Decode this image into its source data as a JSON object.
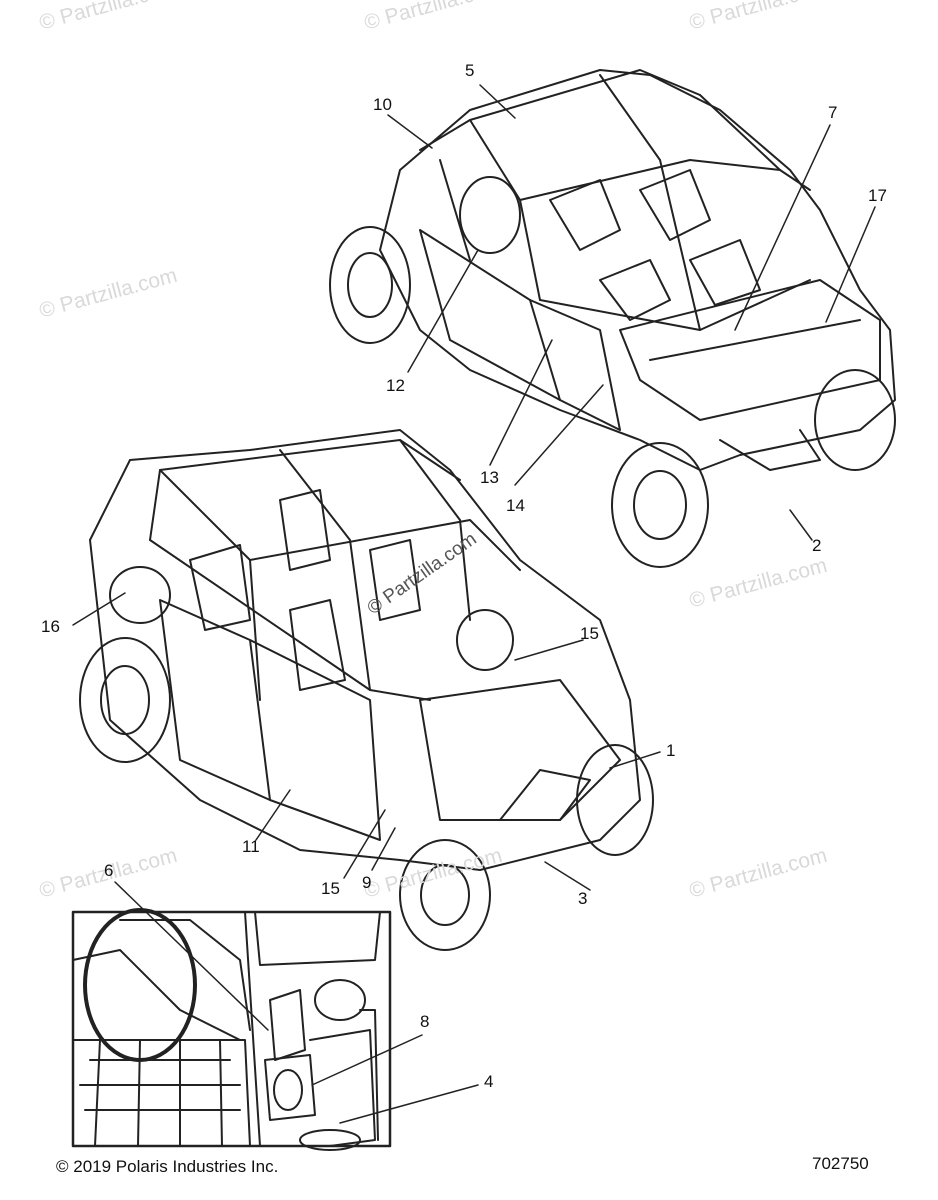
{
  "watermarks": [
    "© Partzilla.com",
    "© Partzilla.com",
    "© Partzilla.com",
    "© Partzilla.com",
    "© Partzilla.com",
    "© Partzilla.com",
    "© Partzilla.com",
    "© Partzilla.com",
    "© Partzilla.com"
  ],
  "callouts": [
    "5",
    "10",
    "7",
    "17",
    "12",
    "13",
    "14",
    "2",
    "16",
    "15",
    "1",
    "11",
    "15",
    "9",
    "3",
    "6",
    "8",
    "4"
  ],
  "footer": {
    "copyright": "© 2019 Polaris Industries Inc.",
    "diagram_number": "702750"
  }
}
